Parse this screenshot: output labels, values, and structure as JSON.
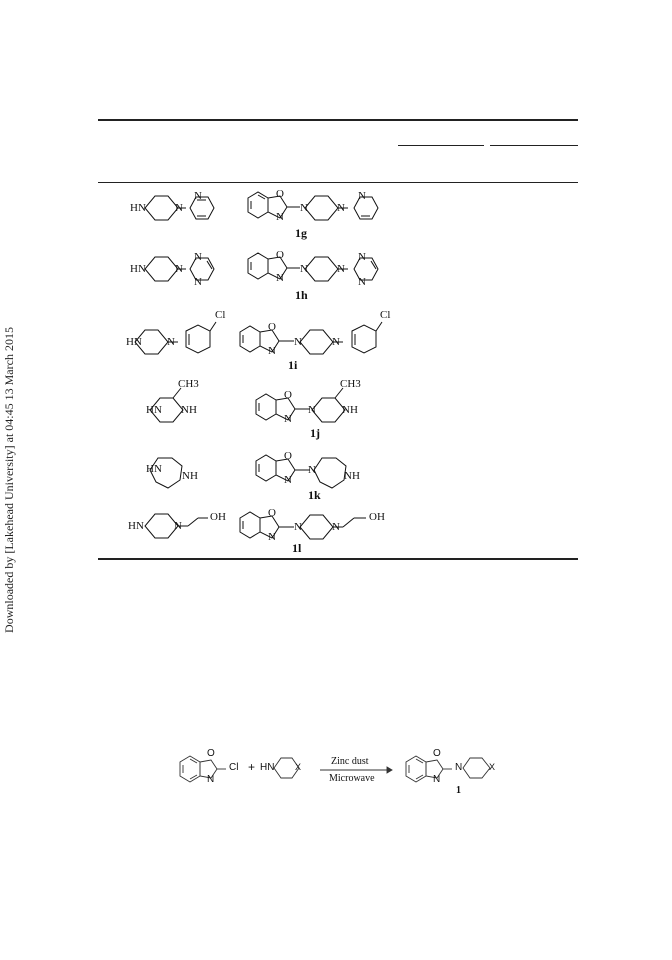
{
  "sidebar_note": "Downloaded by [Lakehead University] at 04:45 13 March 2015",
  "rows": [
    {
      "label": "1g",
      "amine_atoms": [
        "HN",
        "N",
        "N"
      ],
      "product_atoms": [
        "O",
        "N",
        "N",
        "N",
        "N"
      ]
    },
    {
      "label": "1h",
      "amine_atoms": [
        "HN",
        "N",
        "N",
        "N"
      ],
      "product_atoms": [
        "O",
        "N",
        "N",
        "N",
        "N",
        "N"
      ]
    },
    {
      "label": "1i",
      "amine_atoms": [
        "HN",
        "N",
        "Cl"
      ],
      "product_atoms": [
        "O",
        "N",
        "N",
        "N",
        "Cl"
      ]
    },
    {
      "label": "1j",
      "amine_atoms": [
        "CH3",
        "HN",
        "NH"
      ],
      "product_atoms": [
        "O",
        "N",
        "N",
        "NH",
        "CH3"
      ]
    },
    {
      "label": "1k",
      "amine_atoms": [
        "HN",
        "NH"
      ],
      "product_atoms": [
        "O",
        "N",
        "N",
        "NH"
      ]
    },
    {
      "label": "1l",
      "amine_atoms": [
        "HN",
        "N",
        "OH"
      ],
      "product_atoms": [
        "O",
        "N",
        "N",
        "N",
        "OH"
      ]
    }
  ],
  "scheme": {
    "reagent_top": "Zinc dust",
    "reagent_bottom": "Microwave",
    "plus": "+",
    "cl": "Cl",
    "hn": "HN",
    "x": "X",
    "o": "O",
    "n": "N",
    "product_label": "1"
  }
}
